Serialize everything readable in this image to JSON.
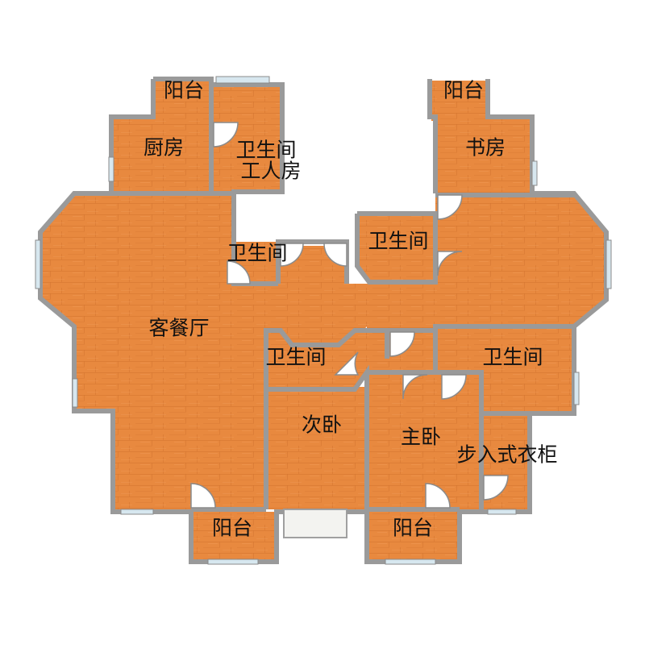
{
  "colors": {
    "floor": "#E8893F",
    "wall": "#9A9A9A",
    "window": "#D7E7EF",
    "label": "#111111"
  },
  "rooms": {
    "balcony_top_left": "阳台",
    "kitchen": "厨房",
    "bath_servant": "卫生间",
    "servant_room": "工人房",
    "balcony_top_right": "阳台",
    "study": "书房",
    "bath_left_center": "卫生间",
    "bath_right_center": "卫生间",
    "living_dining": "客餐厅",
    "bath_mid": "卫生间",
    "bath_right": "卫生间",
    "second_bedroom": "次卧",
    "master_bedroom": "主卧",
    "walk_in_closet": "步入式衣柜",
    "balcony_bottom_left": "阳台",
    "balcony_bottom_right": "阳台"
  }
}
